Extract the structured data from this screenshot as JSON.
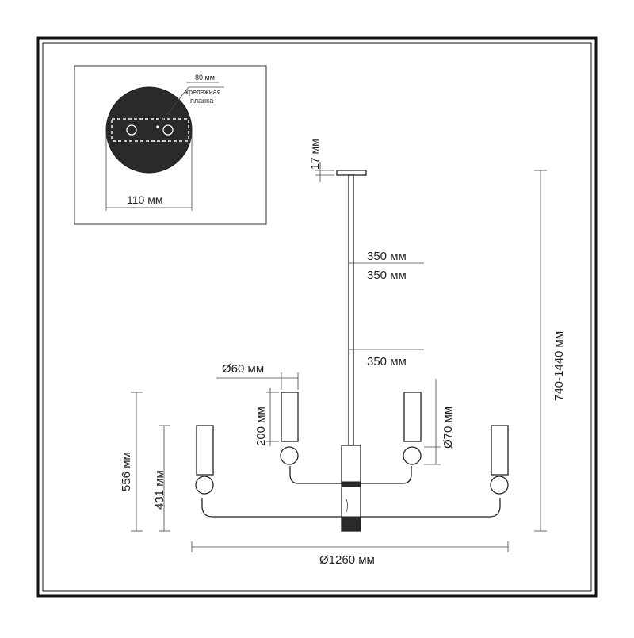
{
  "inset": {
    "plate_width_label": "80 мм",
    "bracket_label_line1": "крепежная",
    "bracket_label_line2": "планка",
    "canopy_diameter_label": "110 мм"
  },
  "dimensions": {
    "canopy_height": "17 мм",
    "rod_1": "350 мм",
    "rod_2": "350 мм",
    "rod_3": "350 мм",
    "shade_diameter": "Ø60 мм",
    "shade_height": "200 мм",
    "sphere_diameter": "Ø70 мм",
    "outer_arm_height": "556 мм",
    "inner_arm_height": "431 мм",
    "total_height": "740-1440 мм",
    "overall_diameter": "Ø1260 мм"
  }
}
